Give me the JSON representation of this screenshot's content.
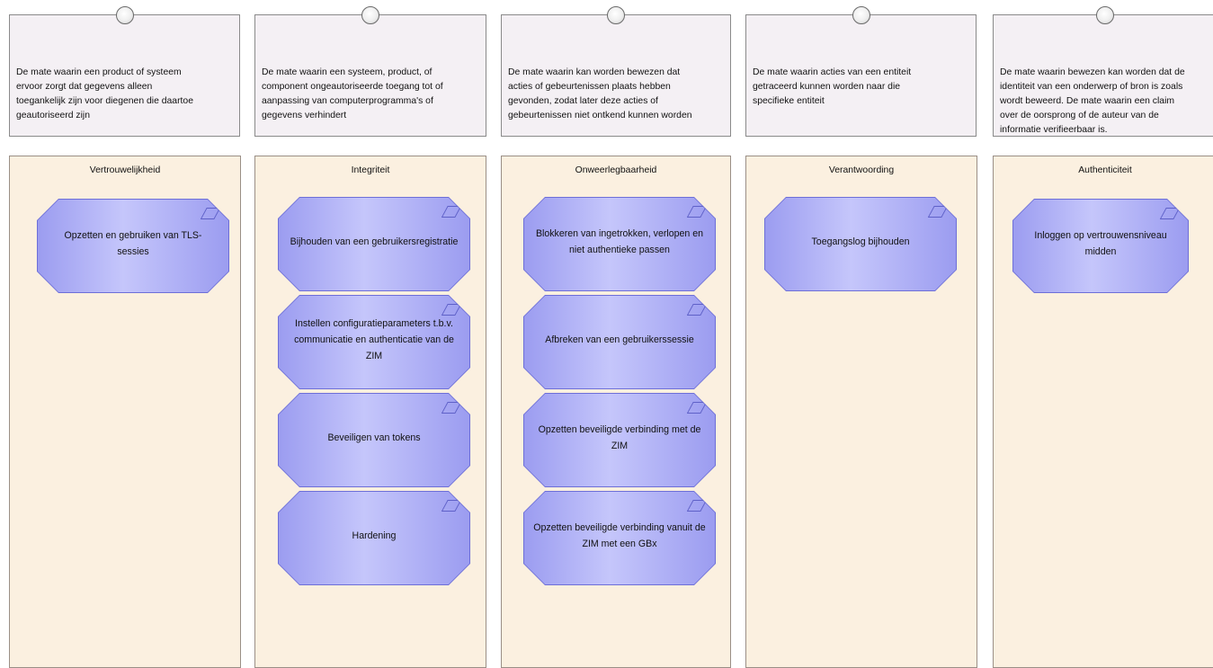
{
  "columns": [
    {
      "title": "Vertrouwelijkheid",
      "definition": "De mate waarin een product of systeem\nervoor zorgt dat gegevens alleen\ntoegankelijk zijn voor diegenen die daartoe\ngeautoriseerd zijn",
      "functions": [
        "Opzetten en gebruiken van TLS-\nsessies"
      ]
    },
    {
      "title": "Integriteit",
      "definition": "De mate waarin een systeem, product, of\ncomponent ongeautoriseerde toegang tot of\naanpassing van computerprogramma's of\ngegevens verhindert",
      "functions": [
        "Bijhouden van een gebruikersregistratie",
        "Instellen configuratieparameters t.b.v.\ncommunicatie en authenticatie van de\nZIM",
        "Beveiligen van tokens",
        "Hardening"
      ]
    },
    {
      "title": "Onweerlegbaarheid",
      "definition": "De mate waarin kan worden bewezen dat\nacties of gebeurtenissen plaats hebben\ngevonden, zodat later deze acties of\ngebeurtenissen niet ontkend kunnen worden",
      "functions": [
        "Blokkeren van ingetrokken, verlopen en\nniet authentieke passen",
        "Afbreken van een gebruikerssessie",
        "Opzetten beveiligde verbinding met de\nZIM",
        "Opzetten beveiligde verbinding vanuit de\nZIM met een GBx"
      ]
    },
    {
      "title": "Verantwoording",
      "definition": "De mate waarin acties van een entiteit\ngetraceerd kunnen worden naar die\nspecifieke entiteit",
      "functions": [
        "Toegangslog bijhouden"
      ]
    },
    {
      "title": "Authenticiteit",
      "definition": "De mate waarin bewezen kan worden dat de\nidentiteit van een onderwerp of bron is zoals\nwordt beweerd.  De mate waarin een claim\nover de oorsprong of de auteur van de\ninformatie verifieerbaar is.",
      "functions": [
        "Inloggen op vertrouwensniveau\nmidden"
      ]
    }
  ],
  "colors": {
    "note_fill": "#f4f0f4",
    "column_fill": "#fbf0e0",
    "function_fill": "#b3b4f7",
    "function_border": "#6d6fd8"
  },
  "icons": {
    "function": "parallelogram-icon",
    "pin": "pin-icon"
  }
}
